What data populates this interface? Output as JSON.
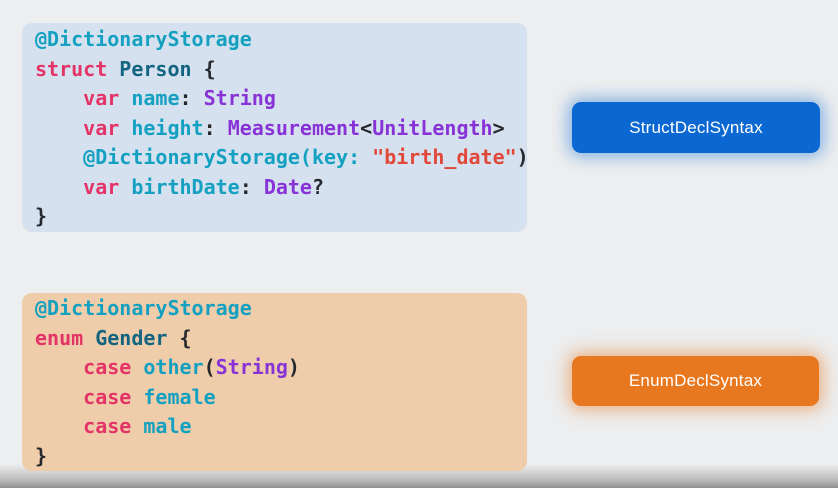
{
  "colors": {
    "page_background": "#edeeef",
    "keyword": "#e43366",
    "attribute_and_property": "#14a1c1",
    "type_declaration": "#136480",
    "type": "#8833d6",
    "string": "#e0493a",
    "plain": "#25282c",
    "label_text": "#ffffff"
  },
  "code_blocks": [
    {
      "name": "struct-person-code",
      "background": "#d6e1ef",
      "lines": [
        [
          [
            "attr",
            "@DictionaryStorage"
          ]
        ],
        [
          [
            "kw",
            "struct"
          ],
          [
            "plain",
            " "
          ],
          [
            "decl",
            "Person"
          ],
          [
            "plain",
            " {"
          ]
        ],
        [
          [
            "plain",
            "    "
          ],
          [
            "kw",
            "var"
          ],
          [
            "plain",
            " "
          ],
          [
            "prop",
            "name"
          ],
          [
            "plain",
            ": "
          ],
          [
            "type",
            "String"
          ]
        ],
        [
          [
            "plain",
            "    "
          ],
          [
            "kw",
            "var"
          ],
          [
            "plain",
            " "
          ],
          [
            "prop",
            "height"
          ],
          [
            "plain",
            ": "
          ],
          [
            "type",
            "Measurement"
          ],
          [
            "plain",
            "<"
          ],
          [
            "type",
            "UnitLength"
          ],
          [
            "plain",
            ">"
          ]
        ],
        [
          [
            "plain",
            "    "
          ],
          [
            "attr",
            "@DictionaryStorage(key: "
          ],
          [
            "str",
            "\"birth_date\""
          ],
          [
            "plain",
            ")"
          ]
        ],
        [
          [
            "plain",
            "    "
          ],
          [
            "kw",
            "var"
          ],
          [
            "plain",
            " "
          ],
          [
            "prop",
            "birthDate"
          ],
          [
            "plain",
            ": "
          ],
          [
            "type",
            "Date"
          ],
          [
            "plain",
            "?"
          ]
        ],
        [
          [
            "plain",
            "}"
          ]
        ]
      ]
    },
    {
      "name": "enum-gender-code",
      "background": "#f0cdaa",
      "lines": [
        [
          [
            "attr",
            "@DictionaryStorage"
          ]
        ],
        [
          [
            "kw",
            "enum"
          ],
          [
            "plain",
            " "
          ],
          [
            "decl",
            "Gender"
          ],
          [
            "plain",
            " {"
          ]
        ],
        [
          [
            "plain",
            "    "
          ],
          [
            "kw",
            "case"
          ],
          [
            "plain",
            " "
          ],
          [
            "prop",
            "other"
          ],
          [
            "plain",
            "("
          ],
          [
            "type",
            "String"
          ],
          [
            "plain",
            ")"
          ]
        ],
        [
          [
            "plain",
            "    "
          ],
          [
            "kw",
            "case"
          ],
          [
            "plain",
            " "
          ],
          [
            "prop",
            "female"
          ]
        ],
        [
          [
            "plain",
            "    "
          ],
          [
            "kw",
            "case"
          ],
          [
            "plain",
            " "
          ],
          [
            "prop",
            "male"
          ]
        ],
        [
          [
            "plain",
            "}"
          ]
        ]
      ]
    }
  ],
  "labels": [
    {
      "name": "struct-decl-syntax",
      "text": "StructDeclSyntax",
      "background": "#0b68d2"
    },
    {
      "name": "enum-decl-syntax",
      "text": "EnumDeclSyntax",
      "background": "#e8781f"
    }
  ]
}
